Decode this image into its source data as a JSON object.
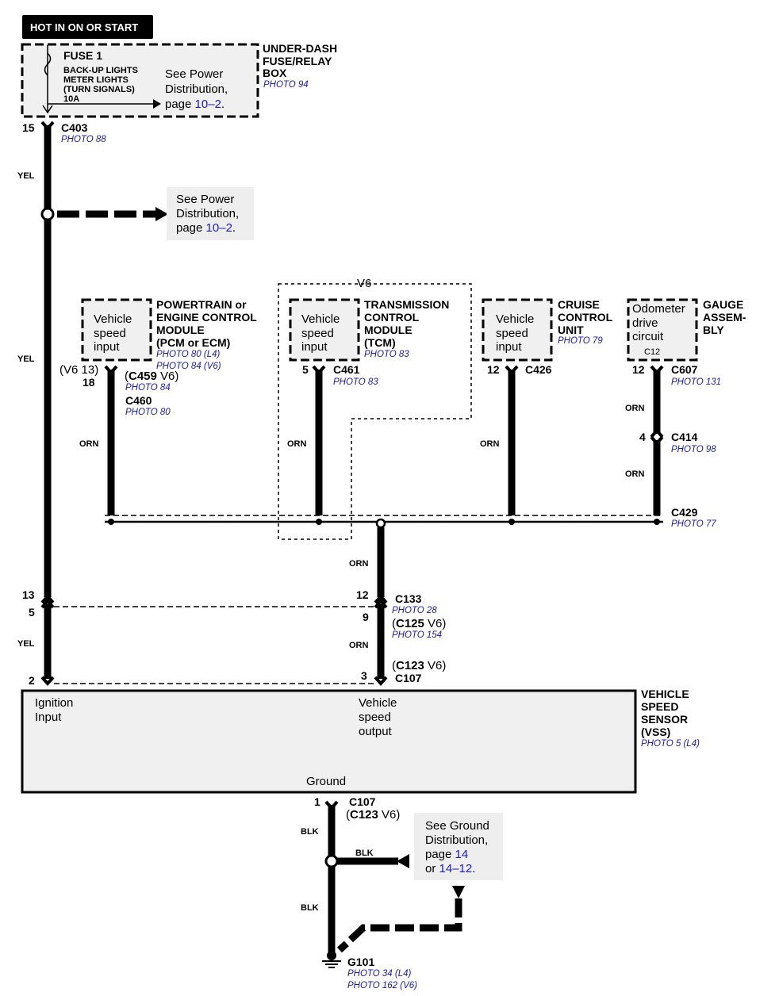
{
  "header": {
    "hot_label": "HOT IN ON OR START"
  },
  "fuse_box": {
    "fuse_title": "FUSE 1",
    "fuse_desc_1": "BACK-UP LIGHTS",
    "fuse_desc_2": "METER LIGHTS",
    "fuse_desc_3": "(TURN SIGNALS)",
    "fuse_rating": "10A",
    "see_text_1": "See Power",
    "see_text_2": "Distribution,",
    "see_text_3": "page ",
    "see_link": "10–2",
    "name_1": "UNDER-DASH",
    "name_2": "FUSE/RELAY",
    "name_3": "BOX",
    "photo": "PHOTO 94"
  },
  "c403": {
    "pin": "15",
    "name": "C403",
    "photo": "PHOTO 88"
  },
  "wire_colors": {
    "yel": "YEL",
    "orn": "ORN",
    "blk": "BLK"
  },
  "power_ref": {
    "line_1": "See Power",
    "line_2": "Distribution,",
    "line_3": "page ",
    "link": "10–2",
    "period": "."
  },
  "v6_label": "V6",
  "pcm": {
    "input_1": "Vehicle",
    "input_2": "speed",
    "input_3": "input",
    "name_1": "POWERTRAIN or",
    "name_2": "ENGINE CONTROL",
    "name_3": "MODULE",
    "name_4": "(PCM or ECM)",
    "photo_1": "PHOTO 80",
    "photo_1_suffix": " (L4)",
    "photo_2": "PHOTO 84",
    "photo_2_suffix": " (V6)",
    "pin_v6": "(V6 13)",
    "pin_l4": "18",
    "c459_open": "(",
    "c459": "C459",
    "c459_suffix": " V6)",
    "c459_photo": "PHOTO 84",
    "c460": "C460",
    "c460_photo": "PHOTO 80"
  },
  "tcm": {
    "input_1": "Vehicle",
    "input_2": "speed",
    "input_3": "input",
    "name_1": "TRANSMISSION",
    "name_2": "CONTROL",
    "name_3": "MODULE",
    "name_4": "(TCM)",
    "photo": "PHOTO 83",
    "pin": "5",
    "connector": "C461",
    "connector_photo": "PHOTO 83"
  },
  "cruise": {
    "input_1": "Vehicle",
    "input_2": "speed",
    "input_3": "input",
    "name_1": "CRUISE",
    "name_2": "CONTROL",
    "name_3": "UNIT",
    "photo": "PHOTO 79",
    "pin": "12",
    "connector": "C426"
  },
  "gauge": {
    "input_1": "Odometer",
    "input_2": "drive",
    "input_3": "circuit",
    "inner_connector": "C12",
    "name_1": "GAUGE",
    "name_2": "ASSEM-",
    "name_3": "BLY",
    "pin": "12",
    "connector": "C607",
    "connector_photo": "PHOTO 131"
  },
  "c414": {
    "pin": "4",
    "name": "C414",
    "photo": "PHOTO 98"
  },
  "c429": {
    "name": "C429",
    "photo": "PHOTO 77"
  },
  "c133": {
    "pin_left_top": "13",
    "pin_left_bottom": "5",
    "pin_right_top": "12",
    "pin_right_bottom": "9",
    "name": "C133",
    "photo": "PHOTO 28",
    "alt_open": "(",
    "alt": "C125",
    "alt_suffix": " V6)",
    "alt_photo": "PHOTO 154"
  },
  "c107": {
    "pin_left": "2",
    "pin_right": "3",
    "alt_open": "(",
    "alt": "C123",
    "alt_suffix": " V6)",
    "name": "C107"
  },
  "vss": {
    "ignition_1": "Ignition",
    "ignition_2": "Input",
    "output_1": "Vehicle",
    "output_2": "speed",
    "output_3": "output",
    "ground": "Ground",
    "name_1": "VEHICLE",
    "name_2": "SPEED",
    "name_3": "SENSOR",
    "name_4": "(VSS)",
    "photo": "PHOTO 5",
    "photo_suffix": " (L4)"
  },
  "c107_bottom": {
    "pin": "1",
    "name": "C107",
    "alt_open": "(",
    "alt": "C123",
    "alt_suffix": " V6)"
  },
  "ground_ref": {
    "line_1": "See Ground",
    "line_2": "Distribution,",
    "line_3": "page ",
    "link_1": "14",
    "line_4": "or ",
    "link_2": "14–12",
    "period": "."
  },
  "g101": {
    "name": "G101",
    "photo_1": "PHOTO 34",
    "photo_1_suffix": " (L4)",
    "photo_2": "PHOTO 162",
    "photo_2_suffix": " (V6)"
  }
}
